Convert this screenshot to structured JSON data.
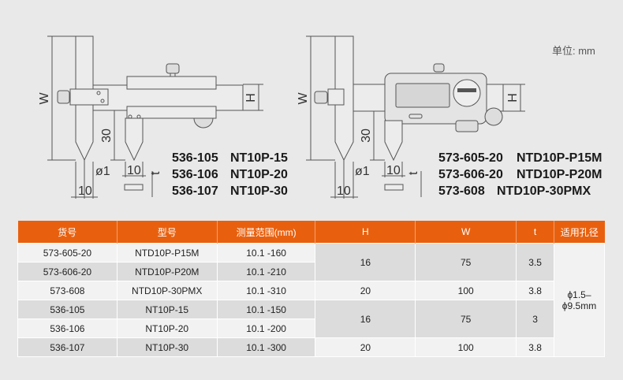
{
  "unit_label": "单位: mm",
  "left_diagram": {
    "dims": {
      "W": "W",
      "H": "H",
      "thirty": "30",
      "phi": "ø1",
      "ten_a": "10",
      "ten_b": "10",
      "t": "t"
    },
    "models": [
      [
        "536-105",
        "NT10P-15"
      ],
      [
        "536-106",
        "NT10P-20"
      ],
      [
        "536-107",
        "NT10P-30"
      ]
    ]
  },
  "right_diagram": {
    "dims": {
      "W": "W",
      "H": "H",
      "thirty": "30",
      "phi": "ø1",
      "ten_a": "10",
      "ten_b": "10",
      "t": "t"
    },
    "models": [
      [
        "573-605-20",
        "NTD10P-P15M"
      ],
      [
        "573-606-20",
        "NTD10P-P20M"
      ],
      [
        "573-608",
        "NTD10P-30PMX"
      ]
    ]
  },
  "table": {
    "headers": [
      "货号",
      "型号",
      "测量范围(mm)",
      "H",
      "W",
      "t",
      "适用孔径"
    ],
    "rows": [
      [
        "573-605-20",
        "NTD10P-P15M",
        "10.1 -160"
      ],
      [
        "573-606-20",
        "NTD10P-P20M",
        "10.1 -210"
      ],
      [
        "573-608",
        "NTD10P-30PMX",
        "10.1 -310"
      ],
      [
        "536-105",
        "NT10P-15",
        "10.1 -150"
      ],
      [
        "536-106",
        "NT10P-20",
        "10.1 -200"
      ],
      [
        "536-107",
        "NT10P-30",
        "10.1 -300"
      ]
    ],
    "groups": [
      {
        "H": "16",
        "W": "75",
        "t": "3.5"
      },
      {
        "H": "20",
        "W": "100",
        "t": "3.8"
      },
      {
        "H": "16",
        "W": "75",
        "t": "3"
      },
      {
        "H": "20",
        "W": "100",
        "t": "3.8"
      }
    ],
    "bore": [
      "ϕ1.5–",
      "ϕ9.5mm"
    ]
  },
  "colors": {
    "header": "#e8600e",
    "background": "#e9e9e9"
  }
}
